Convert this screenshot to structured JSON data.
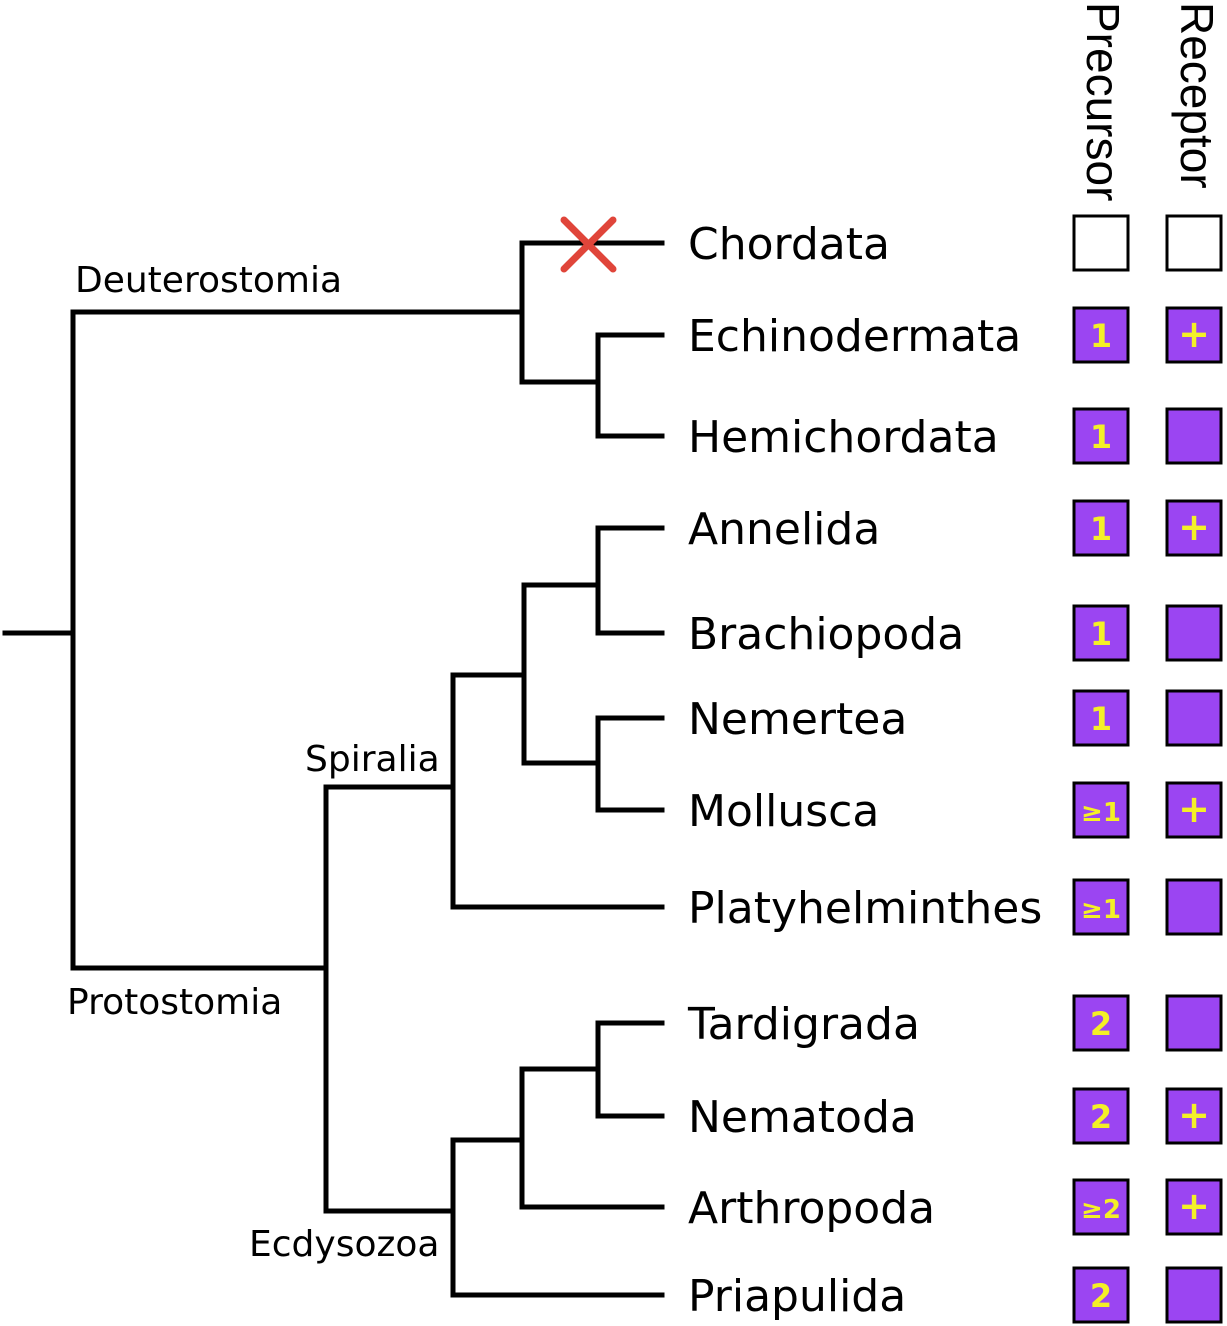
{
  "headers": {
    "precursor": "Precursor",
    "receptor": "Receptor"
  },
  "clades": {
    "deuterostomia": "Deuterostomia",
    "protostomia": "Protostomia",
    "spiralia": "Spiralia",
    "ecdysozoa": "Ecdysozoa"
  },
  "taxa": [
    {
      "name": "Chordata",
      "precursor": "",
      "receptor": "",
      "filled": false,
      "lost": true
    },
    {
      "name": "Echinodermata",
      "precursor": "1",
      "receptor": "+",
      "filled": true
    },
    {
      "name": "Hemichordata",
      "precursor": "1",
      "receptor": "",
      "filled": true
    },
    {
      "name": "Annelida",
      "precursor": "1",
      "receptor": "+",
      "filled": true
    },
    {
      "name": "Brachiopoda",
      "precursor": "1",
      "receptor": "",
      "filled": true
    },
    {
      "name": "Nemertea",
      "precursor": "1",
      "receptor": "",
      "filled": true
    },
    {
      "name": "Mollusca",
      "precursor": "≥1",
      "receptor": "+",
      "filled": true
    },
    {
      "name": "Platyhelminthes",
      "precursor": "≥1",
      "receptor": "",
      "filled": true
    },
    {
      "name": "Tardigrada",
      "precursor": "2",
      "receptor": "",
      "filled": true
    },
    {
      "name": "Nematoda",
      "precursor": "2",
      "receptor": "+",
      "filled": true
    },
    {
      "name": "Arthropoda",
      "precursor": "≥2",
      "receptor": "+",
      "filled": true
    },
    {
      "name": "Priapulida",
      "precursor": "2",
      "receptor": "",
      "filled": true
    }
  ],
  "colors": {
    "box_fill": "#9b45f2",
    "box_text": "#f4f026",
    "loss_mark": "#e0453a"
  }
}
